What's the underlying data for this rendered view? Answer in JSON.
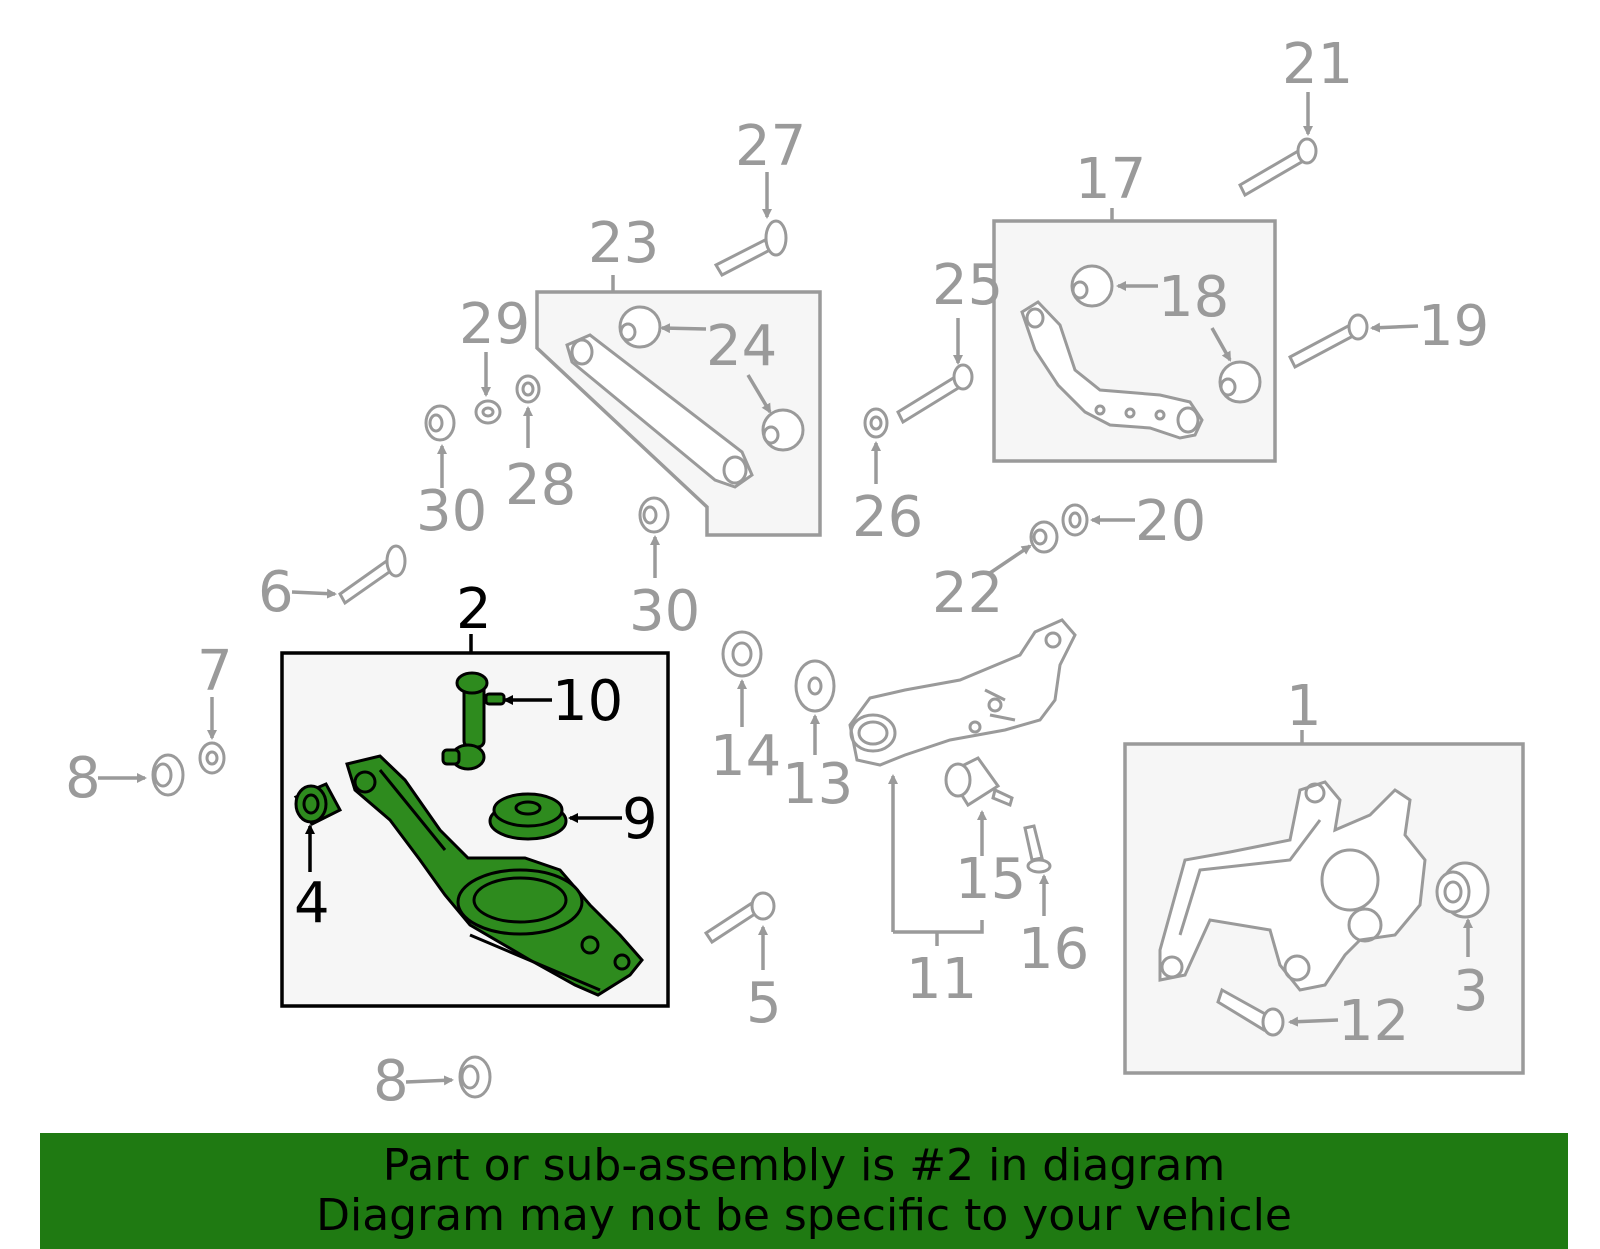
{
  "callouts": {
    "c1": "1",
    "c2": "2",
    "c3": "3",
    "c4": "4",
    "c5": "5",
    "c6": "6",
    "c7": "7",
    "c8a": "8",
    "c8b": "8",
    "c9": "9",
    "c10": "10",
    "c11": "11",
    "c12": "12",
    "c13": "13",
    "c14": "14",
    "c15": "15",
    "c16": "16",
    "c17": "17",
    "c18": "18",
    "c19": "19",
    "c20": "20",
    "c21": "21",
    "c22": "22",
    "c23": "23",
    "c24": "24",
    "c25": "25",
    "c26": "26",
    "c27": "27",
    "c28": "28",
    "c29": "29",
    "c30a": "30",
    "c30b": "30"
  },
  "highlighted_part": "2",
  "colors": {
    "highlight_green": "#2e8b1e",
    "banner_green": "#1f7a12",
    "line_grey": "#9a9a9a",
    "box_fill": "#f6f6f6"
  },
  "banner": {
    "line1": "Part or sub-assembly is #2 in diagram",
    "line2": "Diagram may not be specific to your vehicle"
  }
}
